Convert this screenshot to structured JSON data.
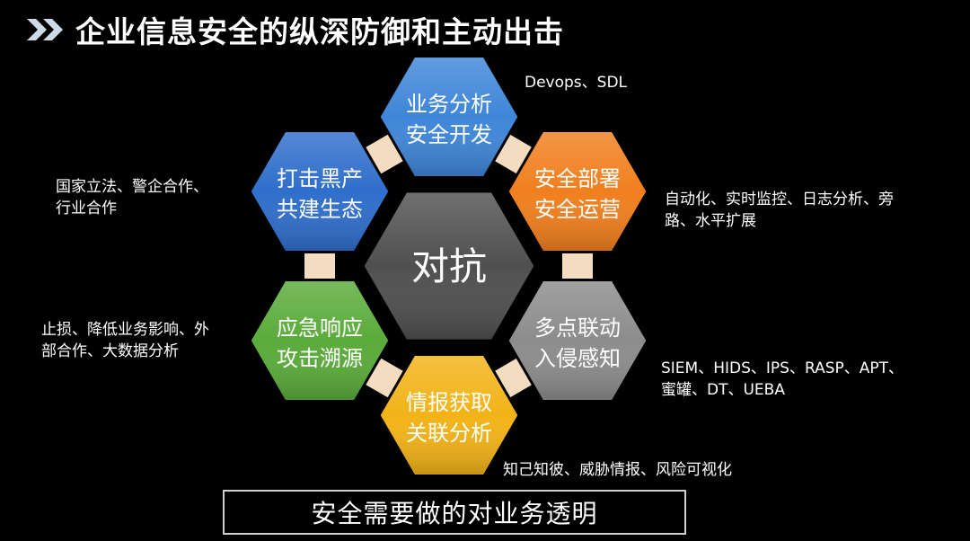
{
  "title": "企业信息安全的纵深防御和主动出击",
  "center": {
    "label": "对抗",
    "color": "#505050"
  },
  "hexes": [
    {
      "id": "top",
      "line1": "业务分析",
      "line2": "安全开发",
      "color": "#3f86d8"
    },
    {
      "id": "upper-right",
      "line1": "安全部署",
      "line2": "安全运营",
      "color": "#f07f1e"
    },
    {
      "id": "lower-right",
      "line1": "多点联动",
      "line2": "入侵感知",
      "color": "#8c8c8c"
    },
    {
      "id": "bottom",
      "line1": "情报获取",
      "line2": "关联分析",
      "color": "#f2b318"
    },
    {
      "id": "lower-left",
      "line1": "应急响应",
      "line2": "攻击溯源",
      "color": "#5aab3a"
    },
    {
      "id": "upper-left",
      "line1": "打击黑产",
      "line2": "共建生态",
      "color": "#2f6ecb"
    }
  ],
  "annotations": {
    "top": [
      "Devops、SDL"
    ],
    "upper_right": [
      "自动化、实时监控、日志分析、旁",
      "路、水平扩展"
    ],
    "lower_right": [
      "SIEM、HIDS、IPS、RASP、APT、",
      "蜜罐、DT、UEBA"
    ],
    "bottom": [
      "知己知彼、威胁情报、风险可视化"
    ],
    "lower_left": [
      "止损、降低业务影响、外",
      "部合作、大数据分析"
    ],
    "upper_left": [
      "国家立法、警企合作、",
      "行业合作"
    ]
  },
  "footer": "安全需要做的对业务透明",
  "connector_color": "#f3dcc0",
  "title_chevron_color": "#cfd8e6"
}
